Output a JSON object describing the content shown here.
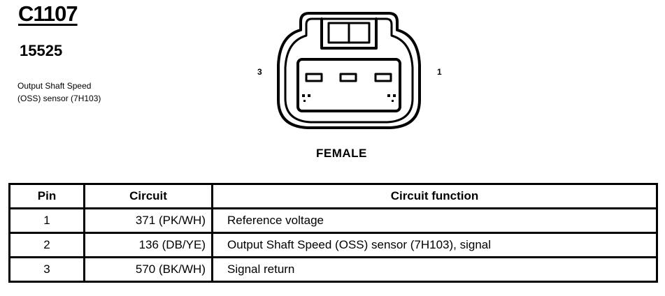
{
  "header": {
    "connector_id": "C1107",
    "part_number": "15525",
    "description": "Output Shaft Speed (OSS) sensor (7H103)"
  },
  "diagram": {
    "pin_label_left": "3",
    "pin_label_right": "1",
    "gender": "FEMALE"
  },
  "table": {
    "headers": {
      "pin": "Pin",
      "circuit": "Circuit",
      "function": "Circuit function"
    },
    "rows": [
      {
        "pin": "1",
        "circuit": "371 (PK/WH)",
        "function": "Reference voltage"
      },
      {
        "pin": "2",
        "circuit": "136 (DB/YE)",
        "function": "Output Shaft Speed (OSS) sensor (7H103), signal"
      },
      {
        "pin": "3",
        "circuit": "570 (BK/WH)",
        "function": "Signal return"
      }
    ]
  }
}
